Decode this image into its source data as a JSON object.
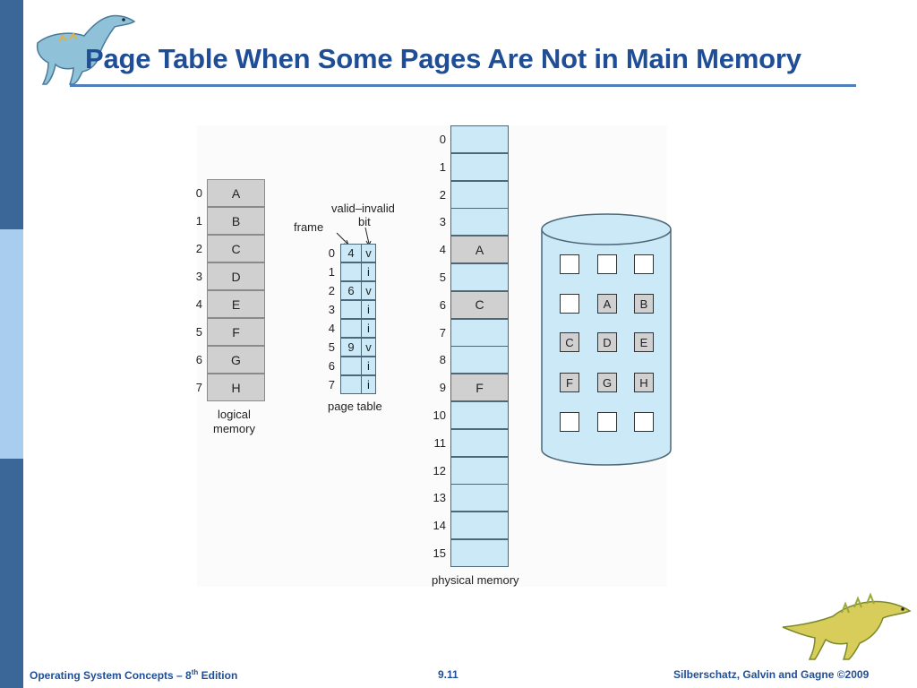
{
  "slide": {
    "title": "Page Table When Some Pages Are Not in Main Memory"
  },
  "diagram": {
    "logical_memory": {
      "label_line1": "logical",
      "label_line2": "memory",
      "indices": [
        "0",
        "1",
        "2",
        "3",
        "4",
        "5",
        "6",
        "7"
      ],
      "pages": [
        "A",
        "B",
        "C",
        "D",
        "E",
        "F",
        "G",
        "H"
      ]
    },
    "page_table": {
      "label": "page table",
      "frame_label": "frame",
      "valid_invalid_label_line1": "valid–invalid",
      "valid_invalid_label_line2": "bit",
      "rows": [
        {
          "index": "0",
          "frame": "4",
          "bit": "v"
        },
        {
          "index": "1",
          "frame": "",
          "bit": "i"
        },
        {
          "index": "2",
          "frame": "6",
          "bit": "v"
        },
        {
          "index": "3",
          "frame": "",
          "bit": "i"
        },
        {
          "index": "4",
          "frame": "",
          "bit": "i"
        },
        {
          "index": "5",
          "frame": "9",
          "bit": "v"
        },
        {
          "index": "6",
          "frame": "",
          "bit": "i"
        },
        {
          "index": "7",
          "frame": "",
          "bit": "i"
        }
      ]
    },
    "physical_memory": {
      "label": "physical memory",
      "frames": [
        {
          "index": "0",
          "content": ""
        },
        {
          "index": "1",
          "content": ""
        },
        {
          "index": "2",
          "content": ""
        },
        {
          "index": "3",
          "content": ""
        },
        {
          "index": "4",
          "content": "A"
        },
        {
          "index": "5",
          "content": ""
        },
        {
          "index": "6",
          "content": "C"
        },
        {
          "index": "7",
          "content": ""
        },
        {
          "index": "8",
          "content": ""
        },
        {
          "index": "9",
          "content": "F"
        },
        {
          "index": "10",
          "content": ""
        },
        {
          "index": "11",
          "content": ""
        },
        {
          "index": "12",
          "content": ""
        },
        {
          "index": "13",
          "content": ""
        },
        {
          "index": "14",
          "content": ""
        },
        {
          "index": "15",
          "content": ""
        }
      ]
    },
    "backing_store": {
      "grid": [
        [
          "",
          "",
          ""
        ],
        [
          "",
          "A",
          "B"
        ],
        [
          "C",
          "D",
          "E"
        ],
        [
          "F",
          "G",
          "H"
        ],
        [
          "",
          "",
          ""
        ]
      ]
    }
  },
  "footer": {
    "left_prefix": "Operating System Concepts – 8",
    "left_sup": "th",
    "left_suffix": " Edition",
    "center": "9.11",
    "right": "Silberschatz, Galvin and Gagne ©2009"
  },
  "colors": {
    "title": "#1f4e96",
    "sidebar_dark": "#3a6797",
    "sidebar_light": "#a9cdee",
    "frame_fill": "#cce9f8",
    "page_fill": "#d0d0d0",
    "disk_fill": "#cce9f8"
  },
  "icons": [
    "dinosaur-logo-top-icon",
    "dinosaur-logo-bottom-icon"
  ]
}
